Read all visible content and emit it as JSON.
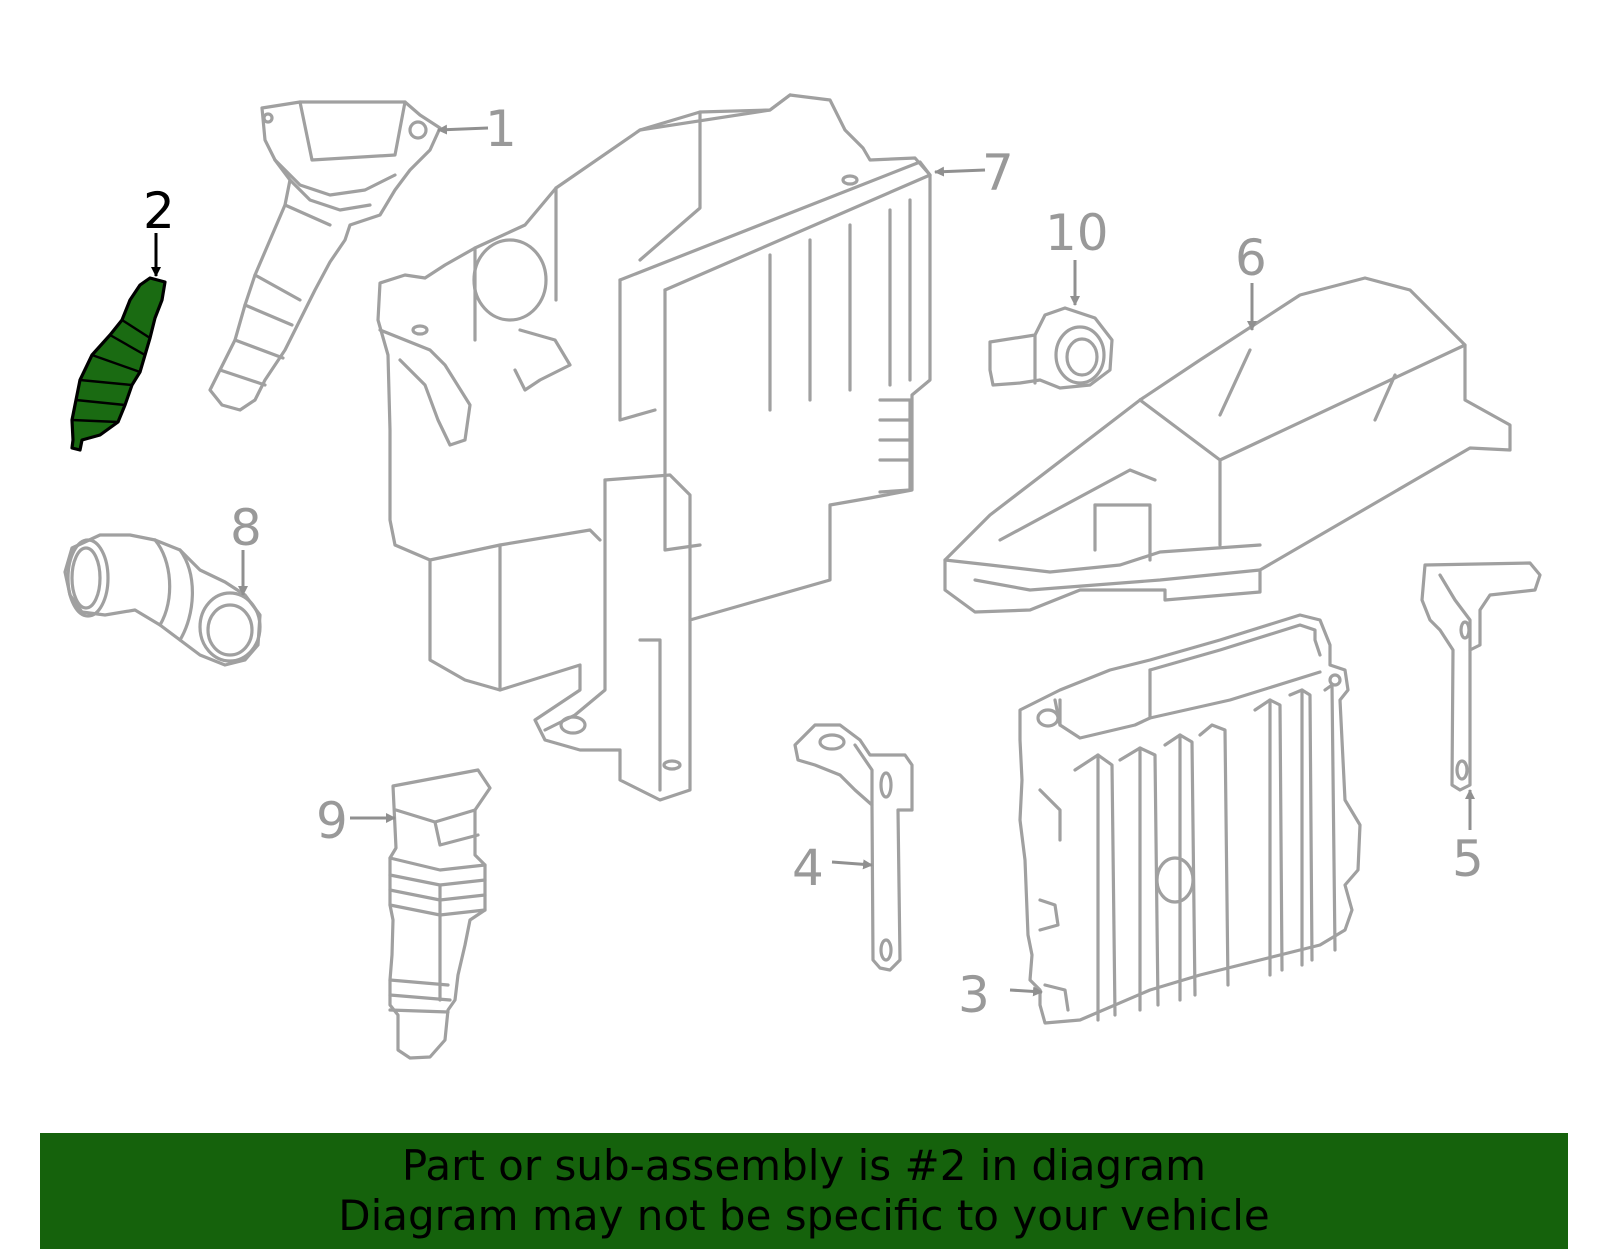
{
  "callouts": [
    {
      "id": "1",
      "label": "1"
    },
    {
      "id": "2",
      "label": "2"
    },
    {
      "id": "3",
      "label": "3"
    },
    {
      "id": "4",
      "label": "4"
    },
    {
      "id": "5",
      "label": "5"
    },
    {
      "id": "6",
      "label": "6"
    },
    {
      "id": "7",
      "label": "7"
    },
    {
      "id": "8",
      "label": "8"
    },
    {
      "id": "9",
      "label": "9"
    },
    {
      "id": "10",
      "label": "10"
    }
  ],
  "highlighted_part": "2",
  "colors": {
    "highlight": "#1a6b12",
    "banner": "#15620c",
    "outline": "#a0a0a0"
  },
  "banner": {
    "line1": "Part or sub-assembly is #2 in diagram",
    "line2": "Diagram may not be specific to your vehicle"
  }
}
